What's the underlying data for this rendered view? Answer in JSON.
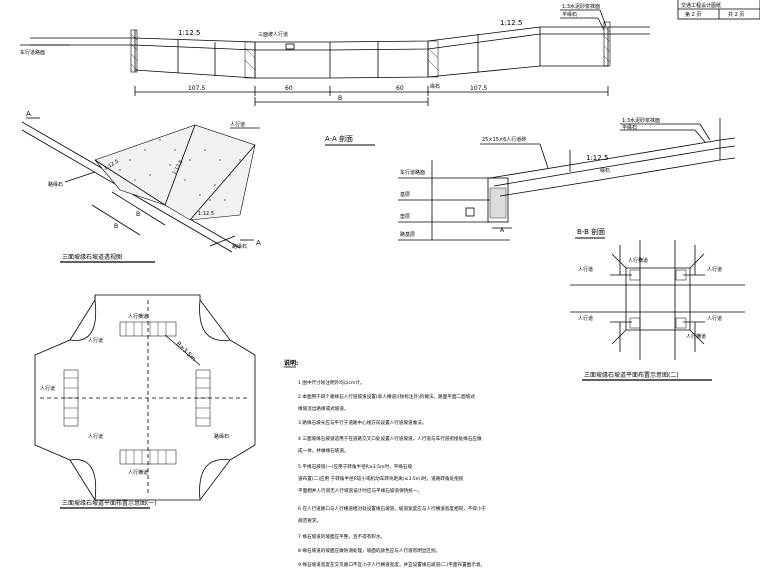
{
  "title_block": {
    "row1": "交通工程设计图纸",
    "sheet": "第 2 页",
    "total": "共 2 页"
  },
  "section_top": {
    "slope_left": "1:12.5",
    "slope_right": "1:12.5",
    "label_ramp": "三面坡人行道",
    "label_sidewalk": "车行道路面",
    "label_mortar": "1:3水泥砂浆抹面",
    "label_curb": "平缘石",
    "label_small": "缘石",
    "dims": [
      "107.5",
      "60",
      "60",
      "107.5"
    ],
    "dim_total": "B"
  },
  "iso_view": {
    "label_a_top": "A",
    "label_a_bottom": "A",
    "label_sidewalk": "人行道",
    "label_curb_left": "路缘石",
    "label_curb_right": "路缘石",
    "slope_1": "1:12.5",
    "slope_2": "1:12.5",
    "slope_3": "1:12.5",
    "dim_b": "B",
    "dim_b2": "B",
    "caption": "三面坡缘石坡道透视图"
  },
  "aa_section": {
    "title": "A-A 剖面",
    "label_stone": "25×15×6人行道砖",
    "label_mortar": "1:3水泥砂浆抹面",
    "label_curb": "平缘石",
    "slope": "1:12.5",
    "label_road": "车行道路面",
    "label_base": "基层",
    "label_foundation": "垫层",
    "label_subgrade": "路基层",
    "label_curb_stone": "缘石",
    "label_a": "A"
  },
  "bb_section": {
    "title": "B-B 剖面"
  },
  "plan_one": {
    "caption": "三面坡缘石坡道平面布置示意图(一)",
    "labels": {
      "top": "人行横道",
      "bottom": "人行横道",
      "top_left": "人行道",
      "bottom_left": "人行道",
      "left": "人行道",
      "right_curb": "路缘石",
      "radius": "R≥3.5m"
    }
  },
  "plan_two": {
    "caption": "三面坡缘石坡道平面布置示意图(二)",
    "labels": {
      "left_top": "人行道",
      "left_bottom": "人行道",
      "right_top": "人行道",
      "right_bottom": "人行道",
      "top_a": "人行横道",
      "top_b": "人行横道"
    }
  },
  "notes": {
    "heading": "说明:",
    "items": [
      "1  图中尺寸除注明外均以cm计。",
      "2  本图用于四个路缘石人行道坡道设置(单人横道)(除标注外)的做法，路面平面二面坡式",
      "   缘坡流出路缘或式坡道。",
      "3  路缘石坡长应与平行于道路中心线方向设置人行道坡道做法。",
      "4  三面坡缘石坡道适用于在道路交叉口处设置人行道坡道，人行道与车行道衔接处缘石应做",
      "   成一体，并做缘石坡道。",
      "5  平缘石坡道(一)应用于转角半径R≥3.5m时，平缘石坡",
      "   道布置(二)应用       于转角半径R较小或机动车转弯距离(≤3.5m)时，道路转角处衔接",
      "   平面相并人行道无人行坡道设计时应与平缘石坡道保持统一。",
      "6  在人行道路口与人行横道相对处设置缘石坡道，坡道宽度应与人行横道宽度相同，不得小于",
      "   规范要求。",
      "7  缘石坡道的坡面应平整，且不得有积水。",
      "8  缘石坡道的坡面应做防滑处理，坡面的颜色应与人行道有明显区别。",
      "9  缘石坡道宽度在交叉路口不宜小于人行横道宽度，并宜设置缘石坡道(二)平面布置图示意。"
    ]
  }
}
